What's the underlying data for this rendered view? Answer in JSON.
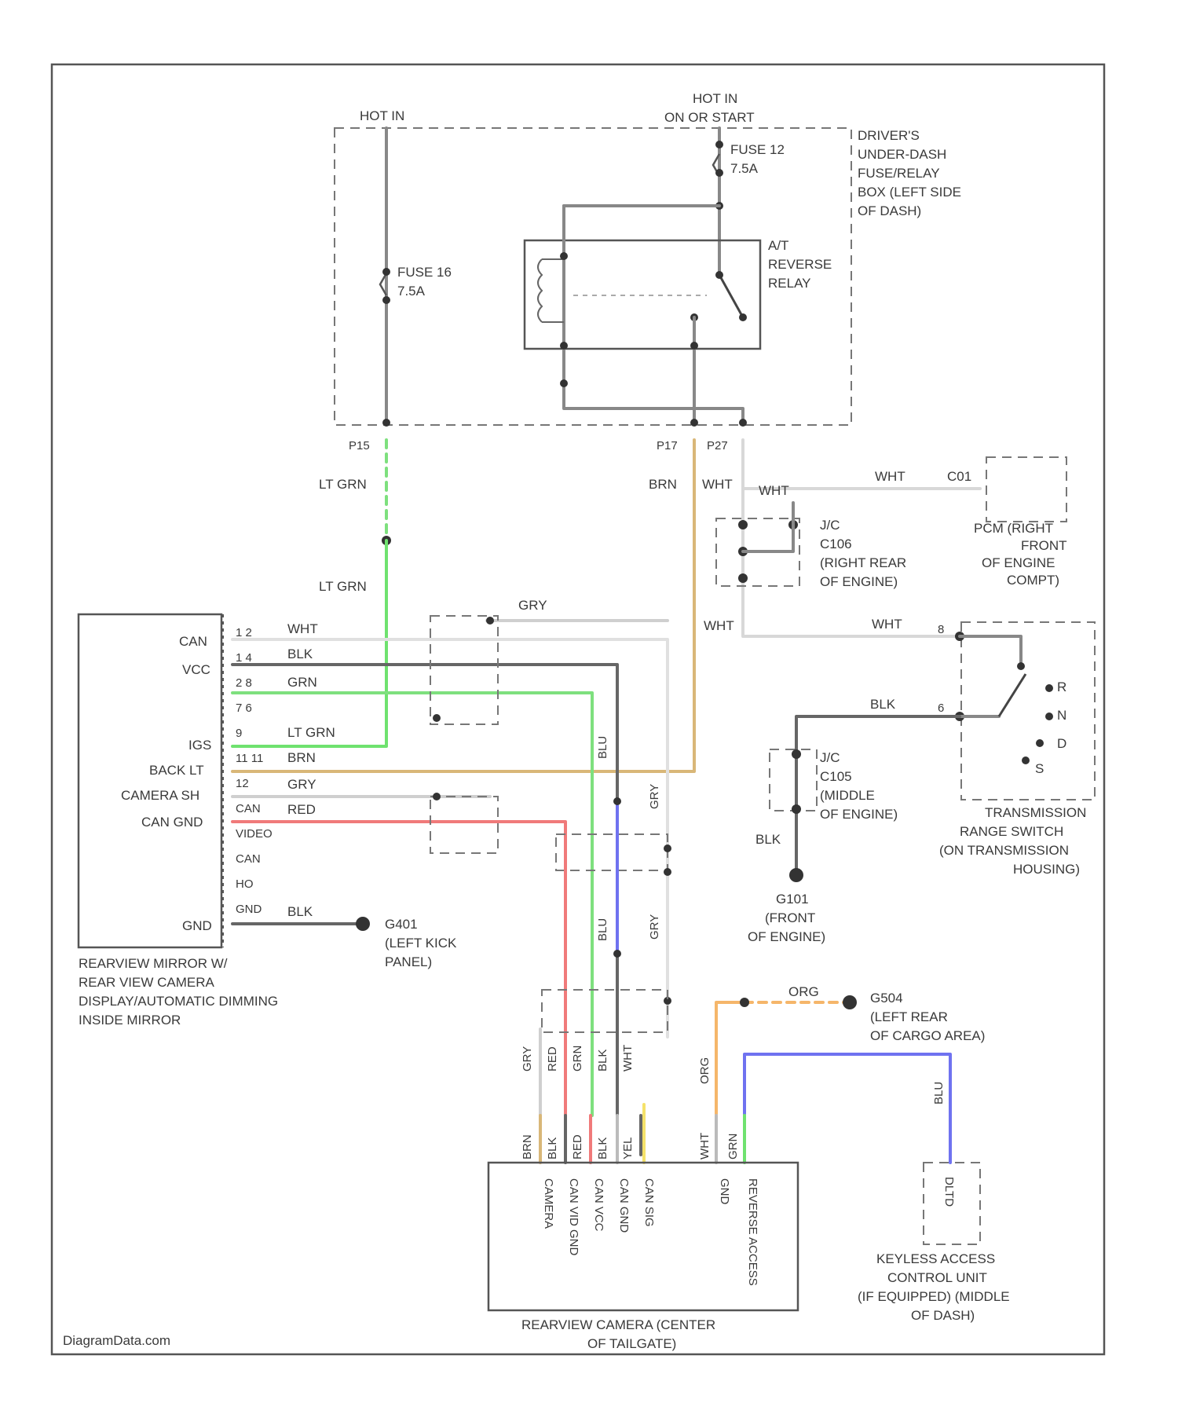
{
  "header": {
    "hot_in_left": "HOT IN",
    "hot_in_right_1": "HOT IN",
    "hot_in_right_2": "ON OR START"
  },
  "fuse_box": {
    "label": [
      "DRIVER'S",
      "UNDER-DASH",
      "FUSE/RELAY",
      "BOX (LEFT SIDE",
      "OF DASH)"
    ],
    "fuse_a": [
      "FUSE 12",
      "7.5A"
    ],
    "fuse_b": [
      "FUSE 16",
      "7.5A"
    ],
    "relay": [
      "A/T",
      "REVERSE",
      "RELAY"
    ],
    "pins": [
      "P15",
      "P17",
      "P27"
    ]
  },
  "wires": {
    "lt_grn": "LT GRN",
    "brn": "BRN",
    "wht": "WHT",
    "gry": "GRY",
    "blk": "BLK",
    "grn": "GRN",
    "red": "RED",
    "blu": "BLU",
    "org": "ORG",
    "yel": "YEL"
  },
  "connectors": {
    "c01": "C01",
    "j_c106": [
      "J/C",
      "C106",
      "(RIGHT REAR",
      "OF ENGINE)"
    ],
    "j_c105": [
      "J/C",
      "C105",
      "(MIDDLE",
      "OF ENGINE)"
    ]
  },
  "pcm": [
    "PCM (RIGHT",
    "FRONT",
    "OF ENGINE",
    "COMPT)"
  ],
  "range_switch": {
    "label": [
      "TRANSMISSION",
      "RANGE SWITCH",
      "(ON TRANSMISSION",
      "HOUSING)"
    ],
    "positions": [
      "R",
      "N",
      "D",
      "S"
    ],
    "pin_a": "8",
    "pin_b": "6"
  },
  "mirror": {
    "pins": [
      "CAN",
      "VCC",
      "IGS",
      "BACK LT",
      "CAMERA SH",
      "CAN GND",
      "GND"
    ],
    "pin_numbers": [
      "1 2",
      "1 4",
      "2 8",
      "7 6",
      "9",
      "11 11",
      "12",
      "CAN",
      "VIDEO",
      "CAN",
      "HO",
      "GND"
    ],
    "label": [
      "REARVIEW MIRROR W/",
      "REAR VIEW CAMERA",
      "DISPLAY/AUTOMATIC DIMMING",
      "INSIDE MIRROR"
    ]
  },
  "grounds": {
    "g401": [
      "G401",
      "(LEFT KICK",
      "PANEL)"
    ],
    "g101": [
      "G101",
      "(FRONT",
      "OF ENGINE)"
    ],
    "g504": [
      "G504",
      "(LEFT REAR",
      "OF CARGO AREA)"
    ]
  },
  "camera": {
    "pins": [
      "CAMERA",
      "CAN VID GND",
      "CAN VCC",
      "CAN GND",
      "CAN SIG",
      "GND",
      "REVERSE ACCESS"
    ],
    "label": [
      "REARVIEW CAMERA (CENTER",
      "OF TAILGATE)"
    ]
  },
  "keyless": {
    "pin": "DLTD",
    "label": [
      "KEYLESS ACCESS",
      "CONTROL UNIT",
      "(IF EQUIPPED) (MIDDLE",
      "OF DASH)"
    ]
  },
  "watermark": "DiagramData.com"
}
